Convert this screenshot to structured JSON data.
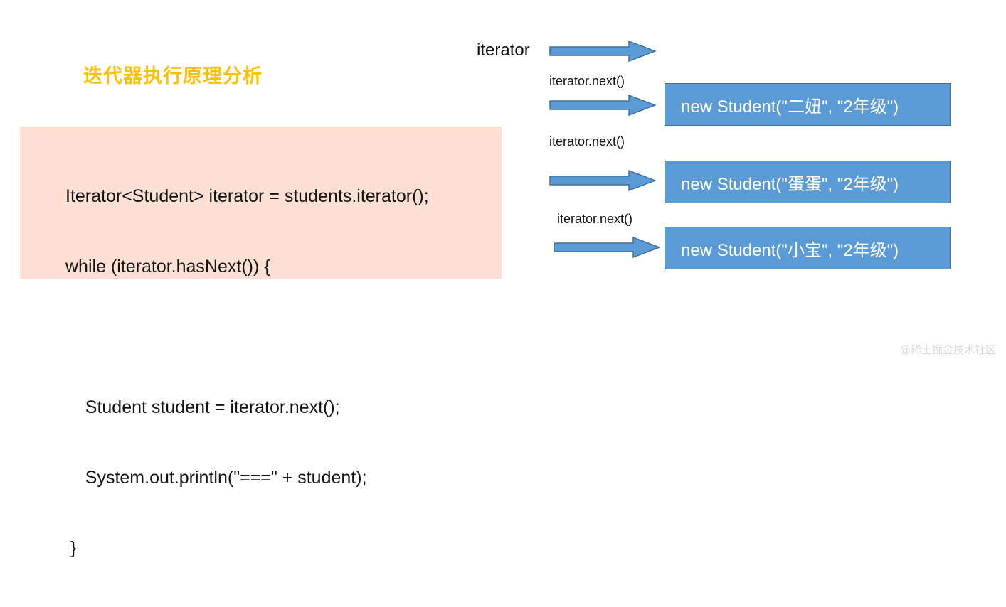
{
  "slide": {
    "title": "迭代器执行原理分析",
    "title_color": "#FFC000",
    "background": "#FFFFFF"
  },
  "code_block": {
    "background": "#FBE0D3",
    "language": "java",
    "lines": [
      "Iterator<Student> iterator = students.iterator();",
      "while (iterator.hasNext()) {",
      "",
      "    Student student = iterator.next();",
      "    System.out.println(\"===\" + student);",
      " }"
    ]
  },
  "diagram": {
    "entry_label": "iterator",
    "arrow_color": "#5B9BD5",
    "arrow_border_color": "#41719C",
    "box_color": "#5B9BD5",
    "box_border_color": "#41719C",
    "box_text_color": "#FFFFFF",
    "steps": [
      {
        "label": "iterator.next()",
        "box_text": "new Student(\"二妞\", \"2年级\")"
      },
      {
        "label": "iterator.next()",
        "box_text": "new Student(\"蛋蛋\", \"2年级\")"
      },
      {
        "label": "iterator.next()",
        "box_text": "new Student(\"小宝\", \"2年级\")"
      }
    ]
  },
  "watermark": {
    "text": "@稀土掘金技术社区"
  }
}
